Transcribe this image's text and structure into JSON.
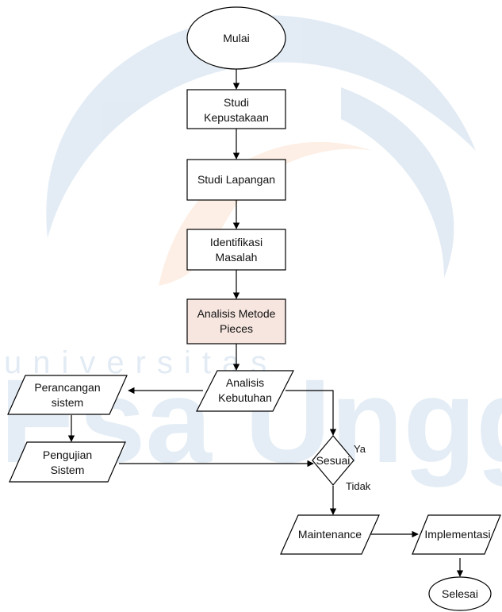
{
  "watermark": {
    "small_text": "universitas",
    "large_text": "Esa Unggul",
    "color_blue": "#2a6fb0",
    "color_orange": "#f08a3c"
  },
  "colors": {
    "node_fill": "#ffffff",
    "highlight_fill": "#f7e6df",
    "stroke": "#000000",
    "text": "#111111"
  },
  "nodes": {
    "mulai": "Mulai",
    "studi_kepustakaan": [
      "Studi",
      "Kepustakaan"
    ],
    "studi_lapangan": "Studi Lapangan",
    "identifikasi_masalah": [
      "Identifikasi",
      "Masalah"
    ],
    "analisis_metode_pieces": [
      "Analisis Metode",
      "Pieces"
    ],
    "analisis_kebutuhan": [
      "Analisis",
      "Kebutuhan"
    ],
    "perancangan_sistem": [
      "Perancangan",
      "sistem"
    ],
    "pengujian_sistem": [
      "Pengujian",
      "Sistem"
    ],
    "sesuai": "Sesuai",
    "maintenance": "Maintenance",
    "implementasi": "Implementasi",
    "selesai": "Selesai"
  },
  "edge_labels": {
    "ya": "Ya",
    "tidak": "Tidak"
  }
}
